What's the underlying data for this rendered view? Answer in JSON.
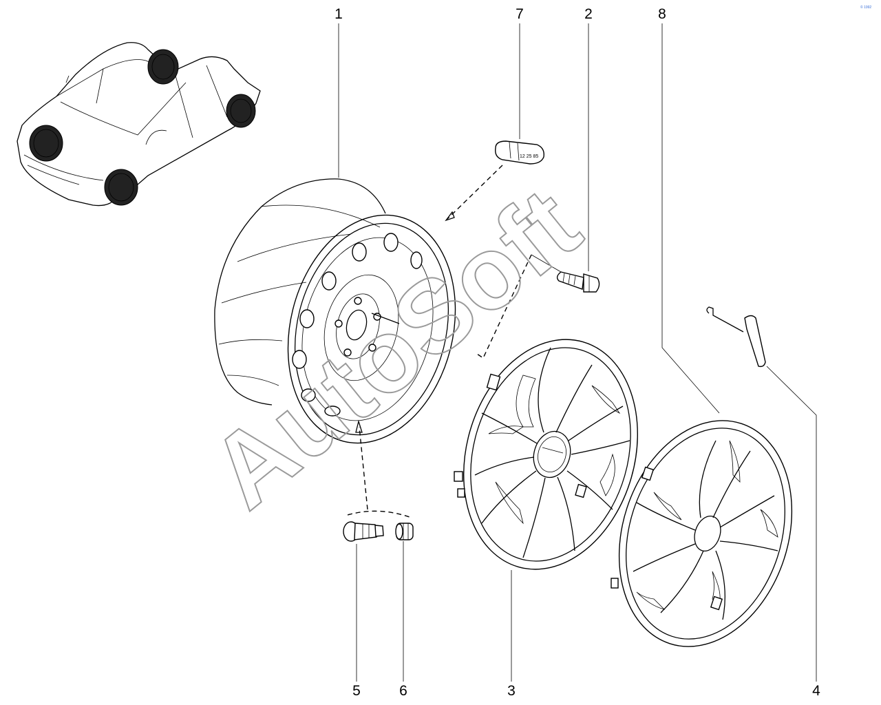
{
  "watermark": {
    "text": "AutoSoft",
    "color": "#9a9a9a"
  },
  "corner_mark": {
    "text": "© 1992",
    "color": "#3a6fd8"
  },
  "parts": [
    {
      "id": "1",
      "label": "1"
    },
    {
      "id": "2",
      "label": "2"
    },
    {
      "id": "3",
      "label": "3"
    },
    {
      "id": "4",
      "label": "4"
    },
    {
      "id": "5",
      "label": "5"
    },
    {
      "id": "6",
      "label": "6"
    },
    {
      "id": "7",
      "label": "7"
    },
    {
      "id": "8",
      "label": "8"
    }
  ]
}
